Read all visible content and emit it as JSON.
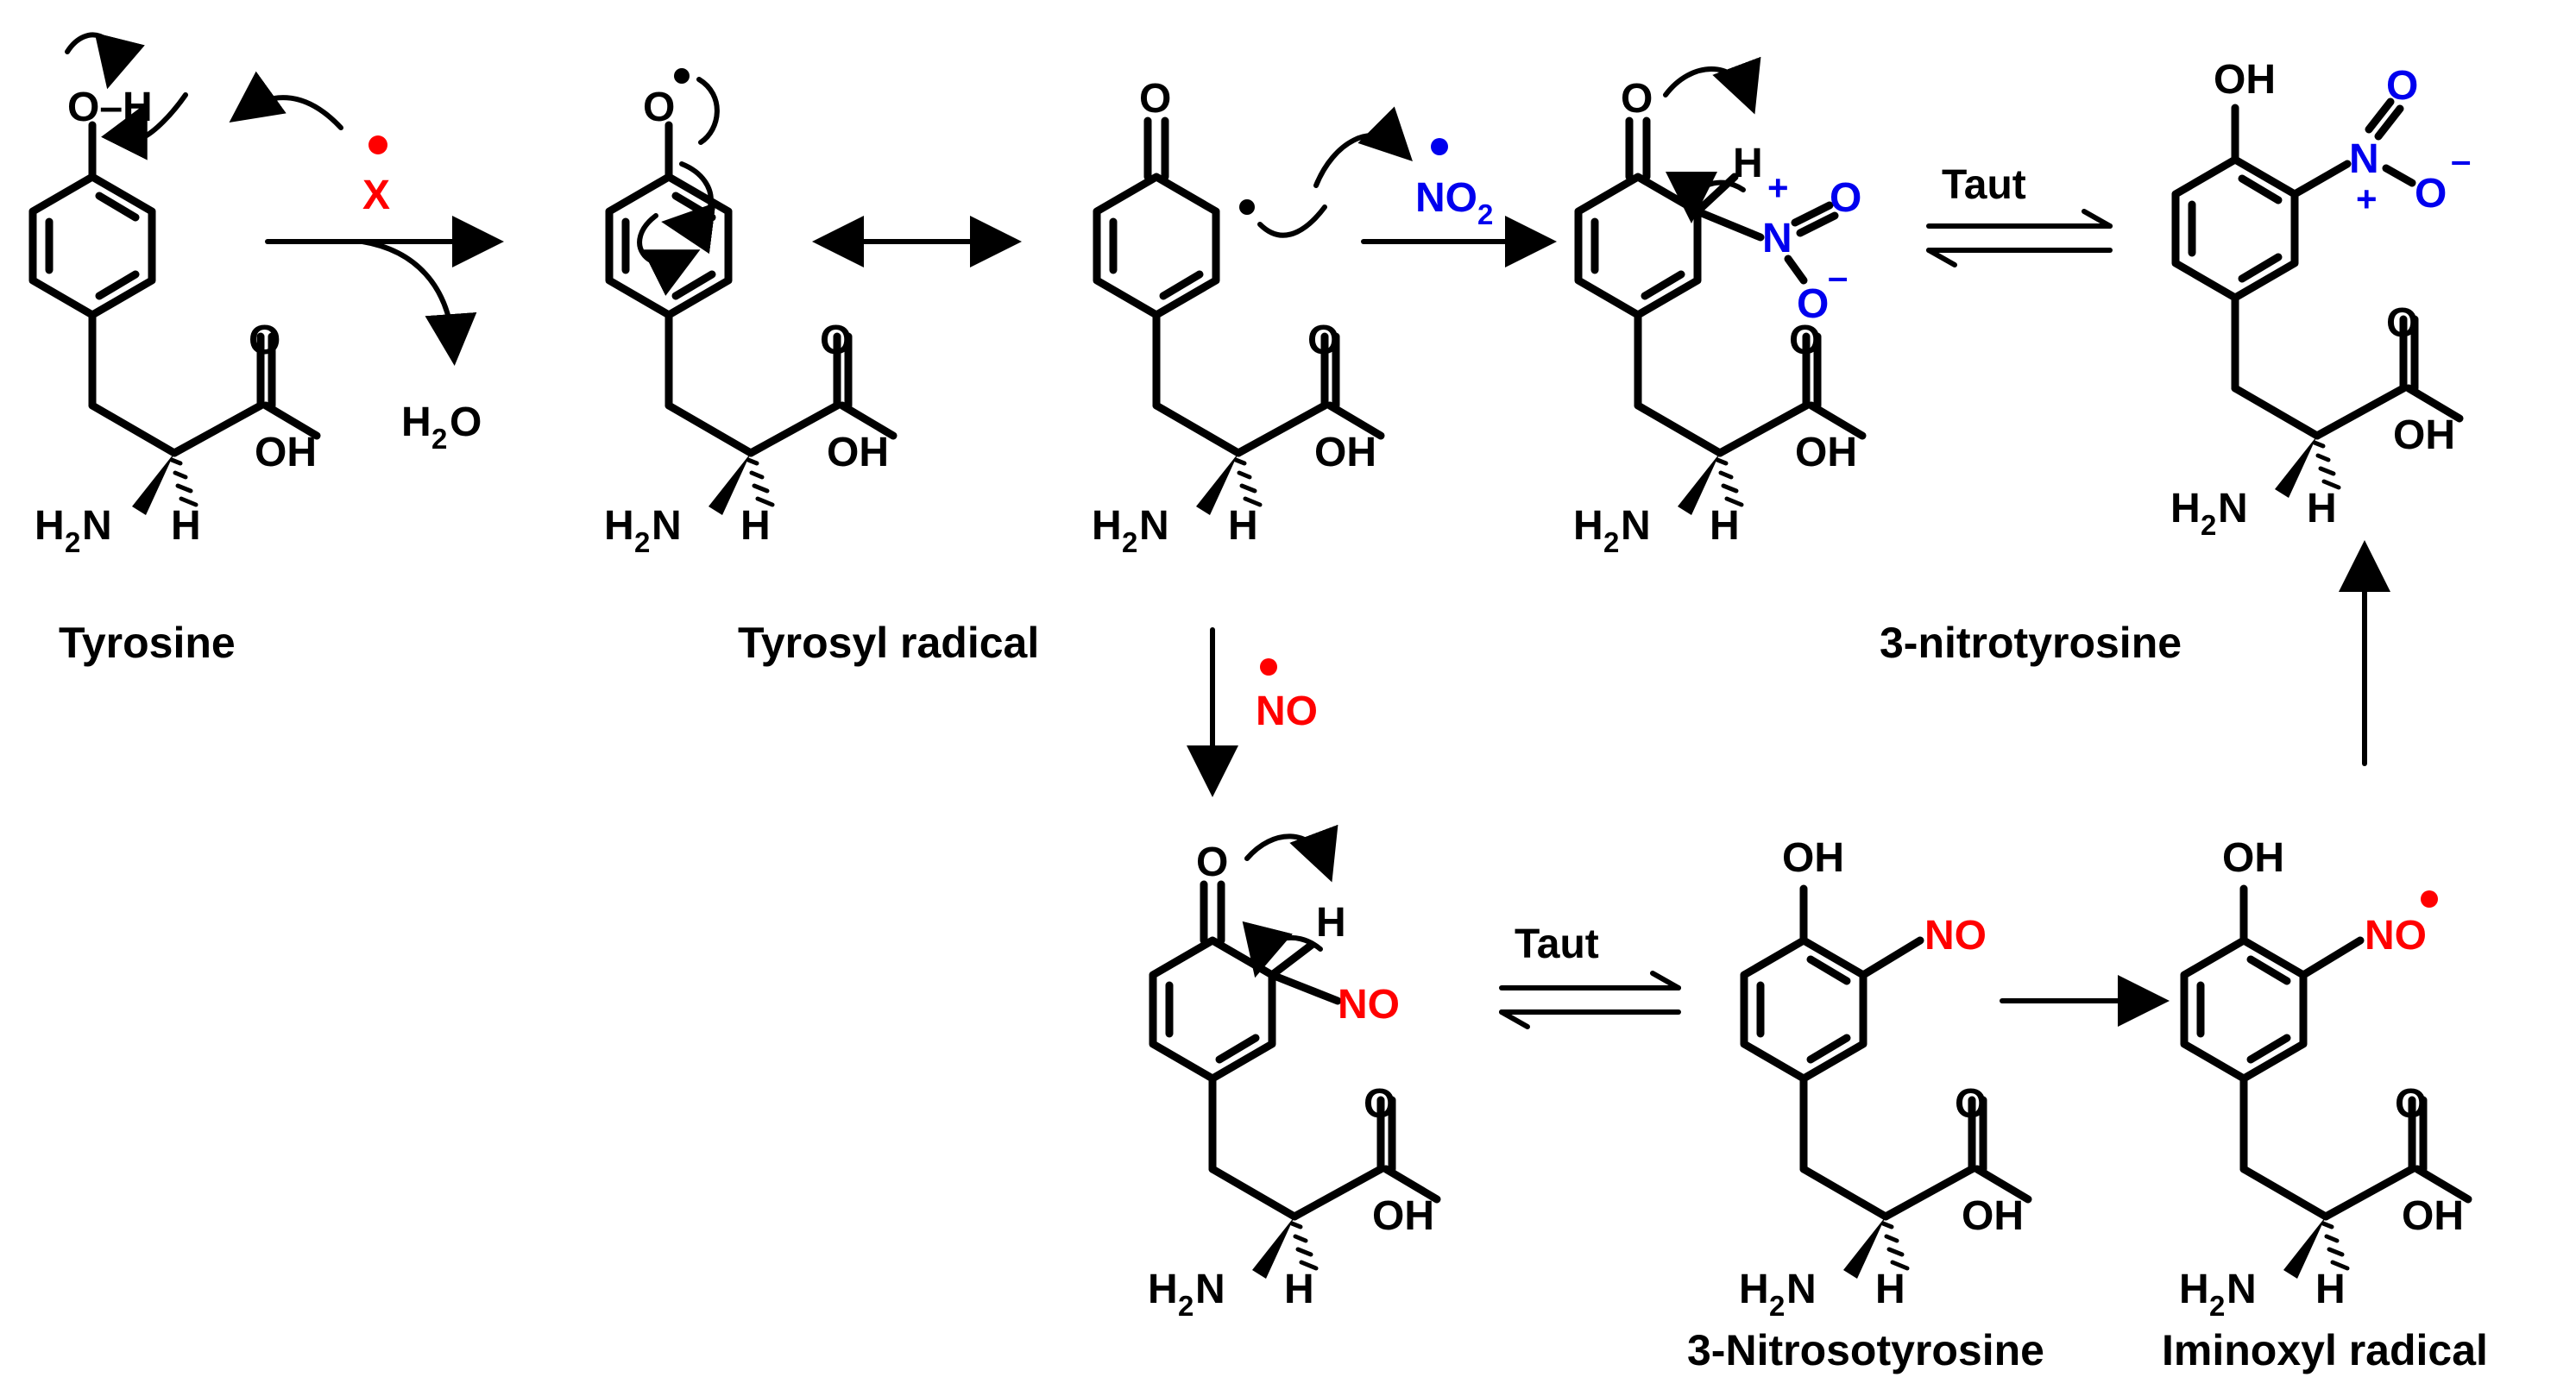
{
  "labels": {
    "tyrosine": "Tyrosine",
    "tyrosyl": "Tyrosyl  radical",
    "nitrotyrosine": "3-nitrotyrosine",
    "nitrosotyrosine": "3-Nitrosotyrosine",
    "iminoxyl": "Iminoxyl radical"
  },
  "reagents": {
    "x": "X",
    "water_h": "H",
    "water_2": "2",
    "water_o": "O",
    "no2_n": "NO",
    "no2_sub": "2",
    "no": "NO",
    "taut_top": "Taut",
    "taut_bottom": "Taut"
  },
  "atoms": {
    "O": "O",
    "OH": "OH",
    "H": "H",
    "N": "N",
    "NO": "NO",
    "NH2_H": "H",
    "NH2_2": "2",
    "NH2_N": "N",
    "O_H": "O–H",
    "plus": "+",
    "minus": "–"
  },
  "colors": {
    "radical_red": "#ff0000",
    "nitro_blue": "#0000ee",
    "bond_black": "#000000"
  }
}
